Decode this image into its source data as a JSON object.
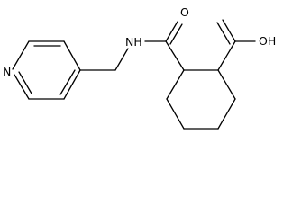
{
  "molecule": {
    "atom_labels": {
      "carbonyl_oxygen": "O",
      "amide_nitrogen": "NH",
      "carboxylic_acid": "OH",
      "pyridine_nitrogen": "N"
    },
    "colors": {
      "bond": "#000000",
      "label": "#000000",
      "background": "#ffffff"
    }
  }
}
